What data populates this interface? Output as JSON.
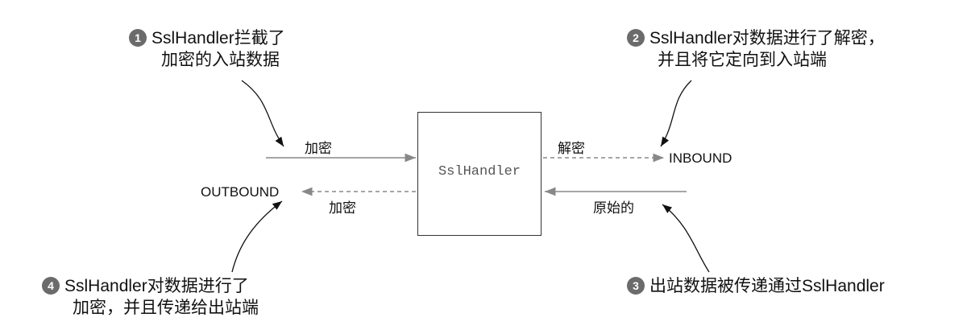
{
  "component": {
    "name": "SslHandler"
  },
  "terminals": {
    "inbound": "INBOUND",
    "outbound": "OUTBOUND"
  },
  "flow_labels": {
    "encrypted_in": "加密",
    "decrypted": "解密",
    "encrypted_out": "加密",
    "original": "原始的"
  },
  "callouts": [
    {
      "number": "1",
      "line1": "SslHandler拦截了",
      "line2": "加密的入站数据"
    },
    {
      "number": "2",
      "line1": "SslHandler对数据进行了解密，",
      "line2": "并且将它定向到入站端"
    },
    {
      "number": "3",
      "line1": "出站数据被传递通过SslHandler",
      "line2": ""
    },
    {
      "number": "4",
      "line1": "SslHandler对数据进行了",
      "line2": "加密，并且传递给出站端"
    }
  ],
  "colors": {
    "badge": "#6b6b6b",
    "arrow": "#888888",
    "box_border": "#333333",
    "text": "#111111"
  }
}
